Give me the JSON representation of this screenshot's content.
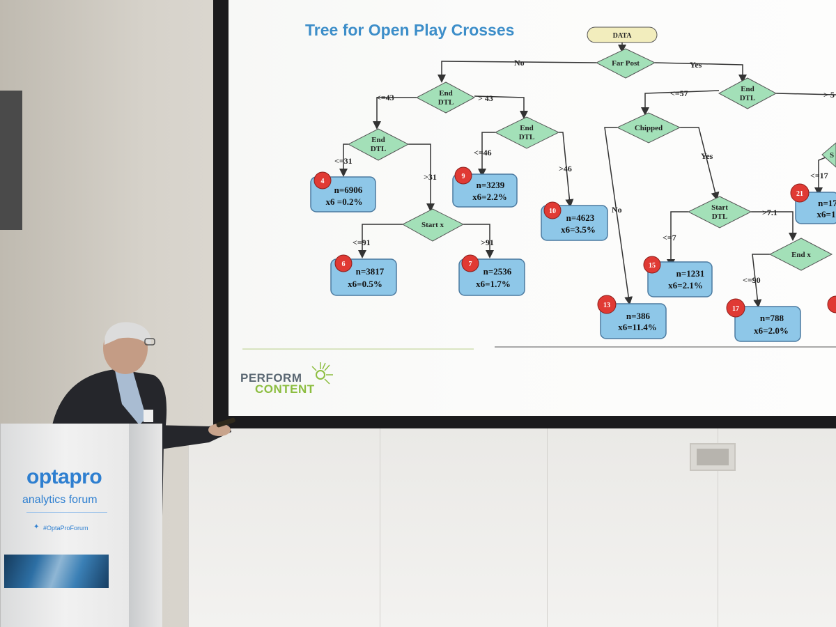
{
  "slide": {
    "title": "Tree for Open Play Crosses",
    "root_label": "DATA",
    "nodes": {
      "far_post": "Far Post",
      "end_dtl_a": [
        "End",
        "DTL"
      ],
      "end_dtl_b": [
        "End",
        "DTL"
      ],
      "end_dtl_c": [
        "End",
        "DTL"
      ],
      "end_dtl_d": [
        "End",
        "DTL"
      ],
      "start_x": "Start x",
      "chipped": "Chipped",
      "start_dtl": [
        "Start",
        "DTL"
      ],
      "end_x": "End x",
      "partial_s": "S"
    },
    "edges": {
      "no": "No",
      "yes": "Yes",
      "le43": "<=43",
      "gt43": "> 43",
      "le31": "<=31",
      "gt31": ">31",
      "le46": "<=46",
      "gt46": ">46",
      "le91": "<=91",
      "gt91": ">91",
      "le57": "<=57",
      "gt5_partial": "> 5",
      "chipped_no": "No",
      "chipped_yes": "Yes",
      "le7": "<=7",
      "gt7_1": ">7.1",
      "le90": "<=90",
      "le17": "<=17"
    },
    "leaves": [
      {
        "id": "4",
        "n": "n=6906",
        "x6": "x6 =0.2%"
      },
      {
        "id": "9",
        "n": "n=3239",
        "x6": "x6=2.2%"
      },
      {
        "id": "10",
        "n": "n=4623",
        "x6": "x6=3.5%"
      },
      {
        "id": "6",
        "n": "n=3817",
        "x6": "x6=0.5%"
      },
      {
        "id": "7",
        "n": "n=2536",
        "x6": "x6=1.7%"
      },
      {
        "id": "13",
        "n": "n=386",
        "x6": "x6=11.4%"
      },
      {
        "id": "15",
        "n": "n=1231",
        "x6": "x6=2.1%"
      },
      {
        "id": "17",
        "n": "n=788",
        "x6": "x6=2.0%"
      },
      {
        "id": "21",
        "n": "n=17",
        "x6": "x6=1"
      }
    ],
    "footer_logo": {
      "line1": "PERFORM",
      "line2": "CONTENT"
    }
  },
  "podium": {
    "brand": "optapro",
    "tagline": "analytics forum",
    "hashtag": "#OptaProForum"
  },
  "colors": {
    "title_blue": "#3d8ec9",
    "leaf_fill": "#8ec7e8",
    "diamond_fill": "#a3e0b8",
    "badge_red": "#e03a34",
    "brand_blue": "#2e7fd0",
    "content_green": "#8cbd3f"
  }
}
